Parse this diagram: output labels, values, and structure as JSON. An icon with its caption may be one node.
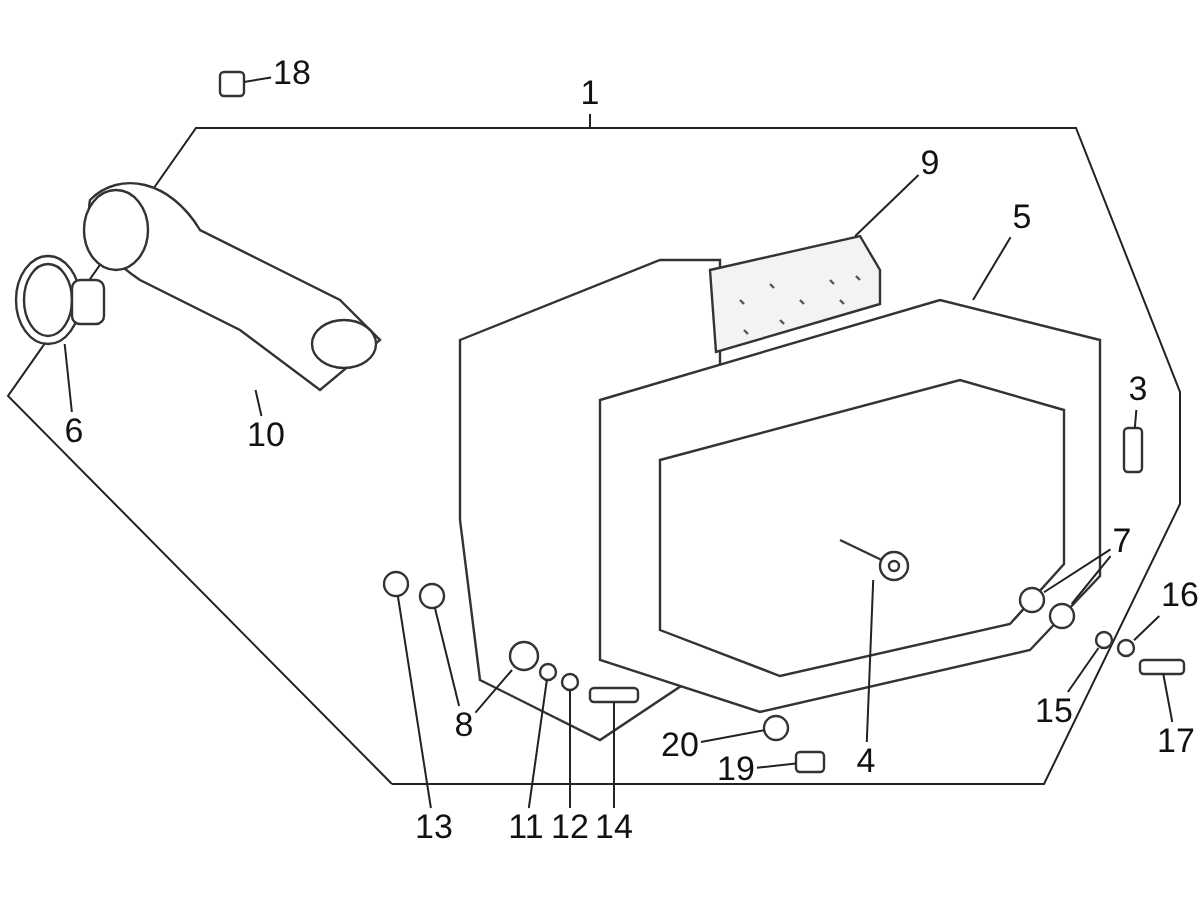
{
  "diagram": {
    "nodes": [
      {
        "text": [
          "18"
        ]
      },
      {
        "text": [
          "1"
        ]
      },
      {
        "text": [
          "9"
        ]
      },
      {
        "text": [
          "5"
        ]
      },
      {
        "text": [
          "6"
        ]
      },
      {
        "text": [
          "10"
        ]
      },
      {
        "text": [
          "3"
        ]
      },
      {
        "text": [
          "7"
        ]
      },
      {
        "text": [
          "16"
        ]
      },
      {
        "text": [
          "8"
        ]
      },
      {
        "text": [
          "15"
        ]
      },
      {
        "text": [
          "17"
        ]
      },
      {
        "text": [
          "20"
        ]
      },
      {
        "text": [
          "4"
        ]
      },
      {
        "text": [
          "19"
        ]
      },
      {
        "text": [
          "13"
        ]
      },
      {
        "text": [
          "11"
        ]
      },
      {
        "text": [
          "12"
        ]
      },
      {
        "text": [
          "14"
        ]
      },
      {
        "text": [],
        "shape": "picture"
      },
      {
        "text": [],
        "shape": "picture"
      },
      {
        "text": [],
        "shape": "box"
      },
      {
        "text": [],
        "shape": "circle"
      },
      {
        "text": [],
        "shape": "circle"
      },
      {
        "text": [],
        "shape": "circle"
      },
      {
        "text": [],
        "shape": "circle"
      },
      {
        "text": [],
        "shape": "circle"
      },
      {
        "text": [],
        "shape": "box"
      },
      {
        "text": [],
        "shape": "circle"
      },
      {
        "text": [],
        "shape": "box"
      },
      {
        "text": [],
        "shape": "picture"
      },
      {
        "text": [],
        "shape": "picture",
        "in": 32
      },
      {
        "text": [],
        "shape": "picture"
      },
      {
        "text": [],
        "shape": "circle",
        "in": 32
      },
      {
        "text": [],
        "shape": "circle",
        "in": 32
      },
      {
        "text": [],
        "shape": "circle"
      },
      {
        "text": [],
        "shape": "circle"
      },
      {
        "text": [],
        "shape": "box"
      },
      {
        "text": [],
        "shape": "box"
      }
    ],
    "edges": [
      {
        "from": 0,
        "to": 21,
        "arrow": "none"
      },
      {
        "from": 1,
        "to": null,
        "arrow": "none"
      },
      {
        "from": 2,
        "to": 30,
        "arrow": "none"
      },
      {
        "from": 3,
        "to": 32,
        "arrow": "none"
      },
      {
        "from": 4,
        "to": 19,
        "arrow": "none"
      },
      {
        "from": 5,
        "to": 20,
        "arrow": "none"
      },
      {
        "from": 6,
        "to": 37,
        "arrow": "none"
      },
      {
        "from": 7,
        "to": 33,
        "arrow": "none"
      },
      {
        "from": 7,
        "to": 34,
        "arrow": "none"
      },
      {
        "from": 8,
        "to": 36,
        "arrow": "none"
      },
      {
        "from": 9,
        "to": 23,
        "arrow": "none"
      },
      {
        "from": 9,
        "to": 24,
        "arrow": "none"
      },
      {
        "from": 10,
        "to": 35,
        "arrow": "none"
      },
      {
        "from": 11,
        "to": 38,
        "arrow": "none"
      },
      {
        "from": 12,
        "to": 28,
        "arrow": "none"
      },
      {
        "from": 13,
        "to": 31,
        "arrow": "none"
      },
      {
        "from": 14,
        "to": 29,
        "arrow": "none"
      },
      {
        "from": 15,
        "to": 22,
        "arrow": "none"
      },
      {
        "from": 16,
        "to": 25,
        "arrow": "none"
      },
      {
        "from": 17,
        "to": 26,
        "arrow": "none"
      },
      {
        "from": 18,
        "to": 27,
        "arrow": "none"
      }
    ]
  }
}
